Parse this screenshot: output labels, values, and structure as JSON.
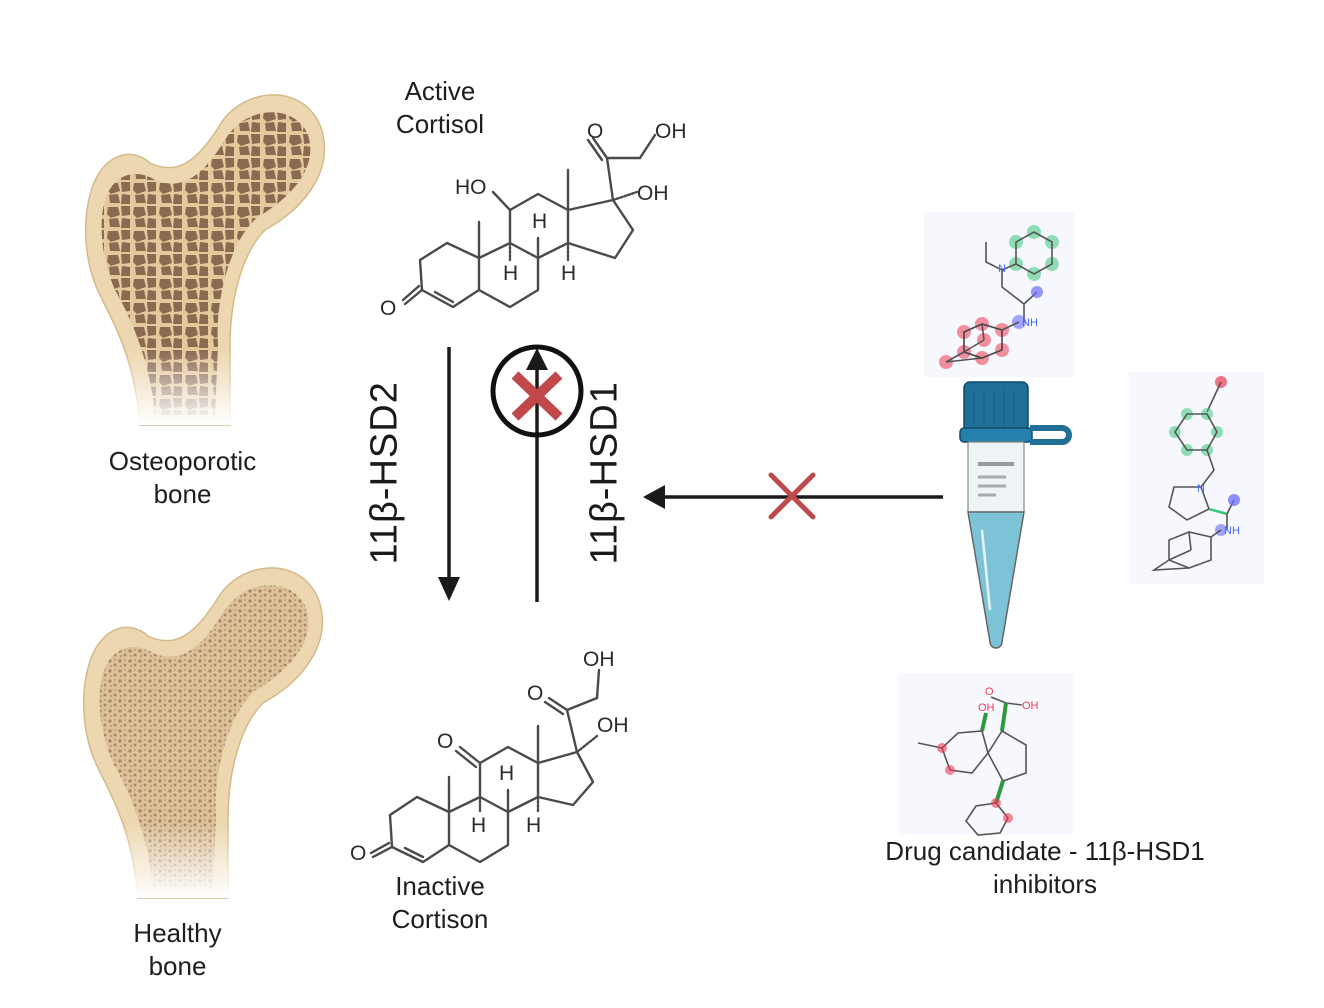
{
  "bones": {
    "osteoporotic": {
      "line1": "Osteoporotic",
      "line2": "bone"
    },
    "healthy": {
      "line1": "Healthy",
      "line2": "bone"
    }
  },
  "molecules": {
    "cortisol": {
      "line1": "Active",
      "line2": "Cortisol",
      "atoms": {
        "ketone_o": "O",
        "side_o": "O",
        "side_oh": "OH",
        "c17_oh": "OH",
        "c11_ho": "HO",
        "h8": "H",
        "h9": "H",
        "h14": "H"
      }
    },
    "cortisone": {
      "line1": "Inactive",
      "line2": "Cortison",
      "atoms": {
        "ketone_o": "O",
        "c11_o": "O",
        "side_o": "O",
        "side_oh": "OH",
        "c17_oh": "OH",
        "h8": "H",
        "h9": "H",
        "h14": "H"
      }
    }
  },
  "enzymes": {
    "hsd2": "11β-HSD2",
    "hsd1": "11β-HSD1"
  },
  "drug": {
    "line1": "Drug candidate - 11β-HSD1",
    "line2": "inhibitors",
    "candidate_atoms": {
      "c1_n": "N",
      "c1_nh": "NH",
      "c2_n": "N",
      "c2_nh": "NH",
      "c3_oh1": "OH",
      "c3_o": "O",
      "c3_oh2": "OH"
    }
  },
  "colors": {
    "inhibit_red": "#c0474a",
    "arrow_black": "#1a1a1a",
    "bone_outer": "#ecd7b0",
    "bone_osteoporotic_fill": "#8b6a52",
    "bone_healthy_fill": "#c4a683",
    "tube_cap": "#1f6f98",
    "tube_liquid": "#7dc3d8",
    "highlight_green": "#3bc77a",
    "highlight_red": "#ee3b52",
    "highlight_blue": "#6b6bff"
  }
}
